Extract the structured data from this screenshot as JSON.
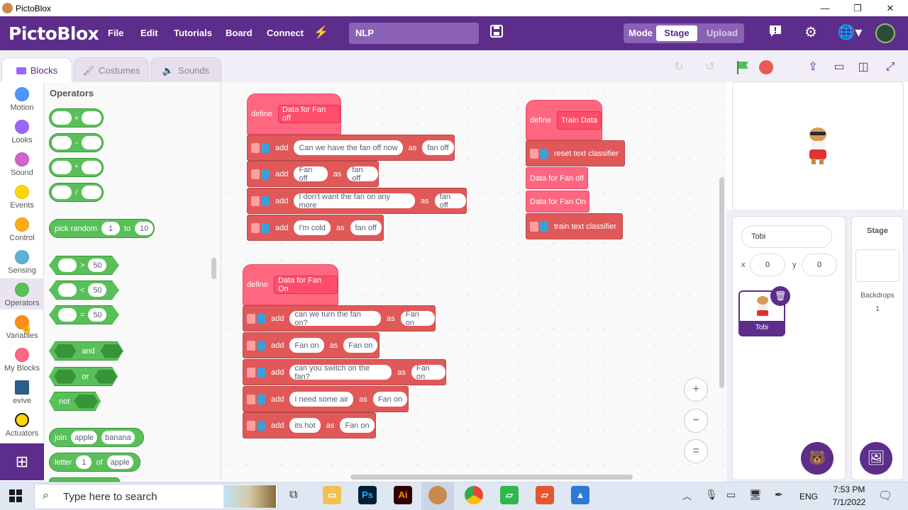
{
  "window": {
    "title": "PictoBlox",
    "minimize": "—",
    "restore": "❐",
    "close": "✕"
  },
  "menubar": {
    "logo": "PictoBlox",
    "items": [
      "File",
      "Edit",
      "Tutorials",
      "Board",
      "Connect"
    ],
    "project_name": "NLP",
    "mode_label": "Mode",
    "mode_stage": "Stage",
    "mode_upload": "Upload",
    "icons": {
      "connect": "plug-icon",
      "save": "save-icon",
      "alert": "alert-icon",
      "settings": "gear-icon",
      "language": "globe-icon",
      "profile": "avatar"
    }
  },
  "tabs": [
    {
      "label": "Blocks"
    },
    {
      "label": "Costumes"
    },
    {
      "label": "Sounds"
    }
  ],
  "categories": [
    {
      "label": "Motion",
      "color": "#4c97ff"
    },
    {
      "label": "Looks",
      "color": "#9966ff"
    },
    {
      "label": "Sound",
      "color": "#cf63cf"
    },
    {
      "label": "Events",
      "color": "#ffd500"
    },
    {
      "label": "Control",
      "color": "#ffab19"
    },
    {
      "label": "Sensing",
      "color": "#5cb1d6"
    },
    {
      "label": "Operators",
      "color": "#59c059"
    },
    {
      "label": "Variables",
      "color": "#ff8c1a"
    },
    {
      "label": "My Blocks",
      "color": "#ff6680"
    },
    {
      "label": "evive",
      "color": "#2c5f8a"
    },
    {
      "label": "Actuators",
      "color": "#ffd500"
    }
  ],
  "palette": {
    "title": "Operators",
    "ops": [
      "+",
      "-",
      "*",
      "/"
    ],
    "pick_random": {
      "label": "pick random",
      "from": "1",
      "to_label": "to",
      "to": "10"
    },
    "compare": [
      {
        "op": ">",
        "val": "50"
      },
      {
        "op": "<",
        "val": "50"
      },
      {
        "op": "=",
        "val": "50"
      }
    ],
    "logic": [
      "and",
      "or",
      "not"
    ],
    "join": {
      "label": "join",
      "a": "apple",
      "b": "banana"
    },
    "letter": {
      "label": "letter",
      "n": "1",
      "of": "of",
      "word": "apple"
    }
  },
  "workspace": {
    "define_label": "define",
    "add_label": "add",
    "as_label": "as",
    "script_fan_off": {
      "name": "Data for Fan off",
      "rows": [
        {
          "text": "Can we have the fan off now",
          "cls": "fan off"
        },
        {
          "text": "Fan off",
          "cls": "fan off"
        },
        {
          "text": "I don't want the fan on any more",
          "cls": "fan off"
        },
        {
          "text": "I'm cold",
          "cls": "fan off"
        }
      ]
    },
    "script_fan_on": {
      "name": "Data for Fan On",
      "rows": [
        {
          "text": "can we turn the fan on?",
          "cls": "Fan on"
        },
        {
          "text": "Fan on",
          "cls": "Fan on"
        },
        {
          "text": "can you switch on the fan?",
          "cls": "Fan on"
        },
        {
          "text": "I need some air",
          "cls": "Fan on"
        },
        {
          "text": "its hot",
          "cls": "Fan on"
        }
      ]
    },
    "script_train": {
      "name": "Train Data",
      "reset": "reset text classifier",
      "call1": "Data for Fan off",
      "call2": "Data for Fan On",
      "train": "train text classifier"
    },
    "zoom_in": "+",
    "zoom_out": "−",
    "zoom_reset": "="
  },
  "sprite": {
    "name": "Tobi",
    "x_label": "x",
    "x": "0",
    "y_label": "y",
    "y": "0",
    "card_name": "Tobi"
  },
  "stage_panel": {
    "title": "Stage",
    "backdrops_label": "Backdrops",
    "backdrops_count": "1"
  },
  "taskbar": {
    "search_placeholder": "Type here to search",
    "lang": "ENG",
    "time": "7:53 PM",
    "date": "7/1/2022"
  }
}
